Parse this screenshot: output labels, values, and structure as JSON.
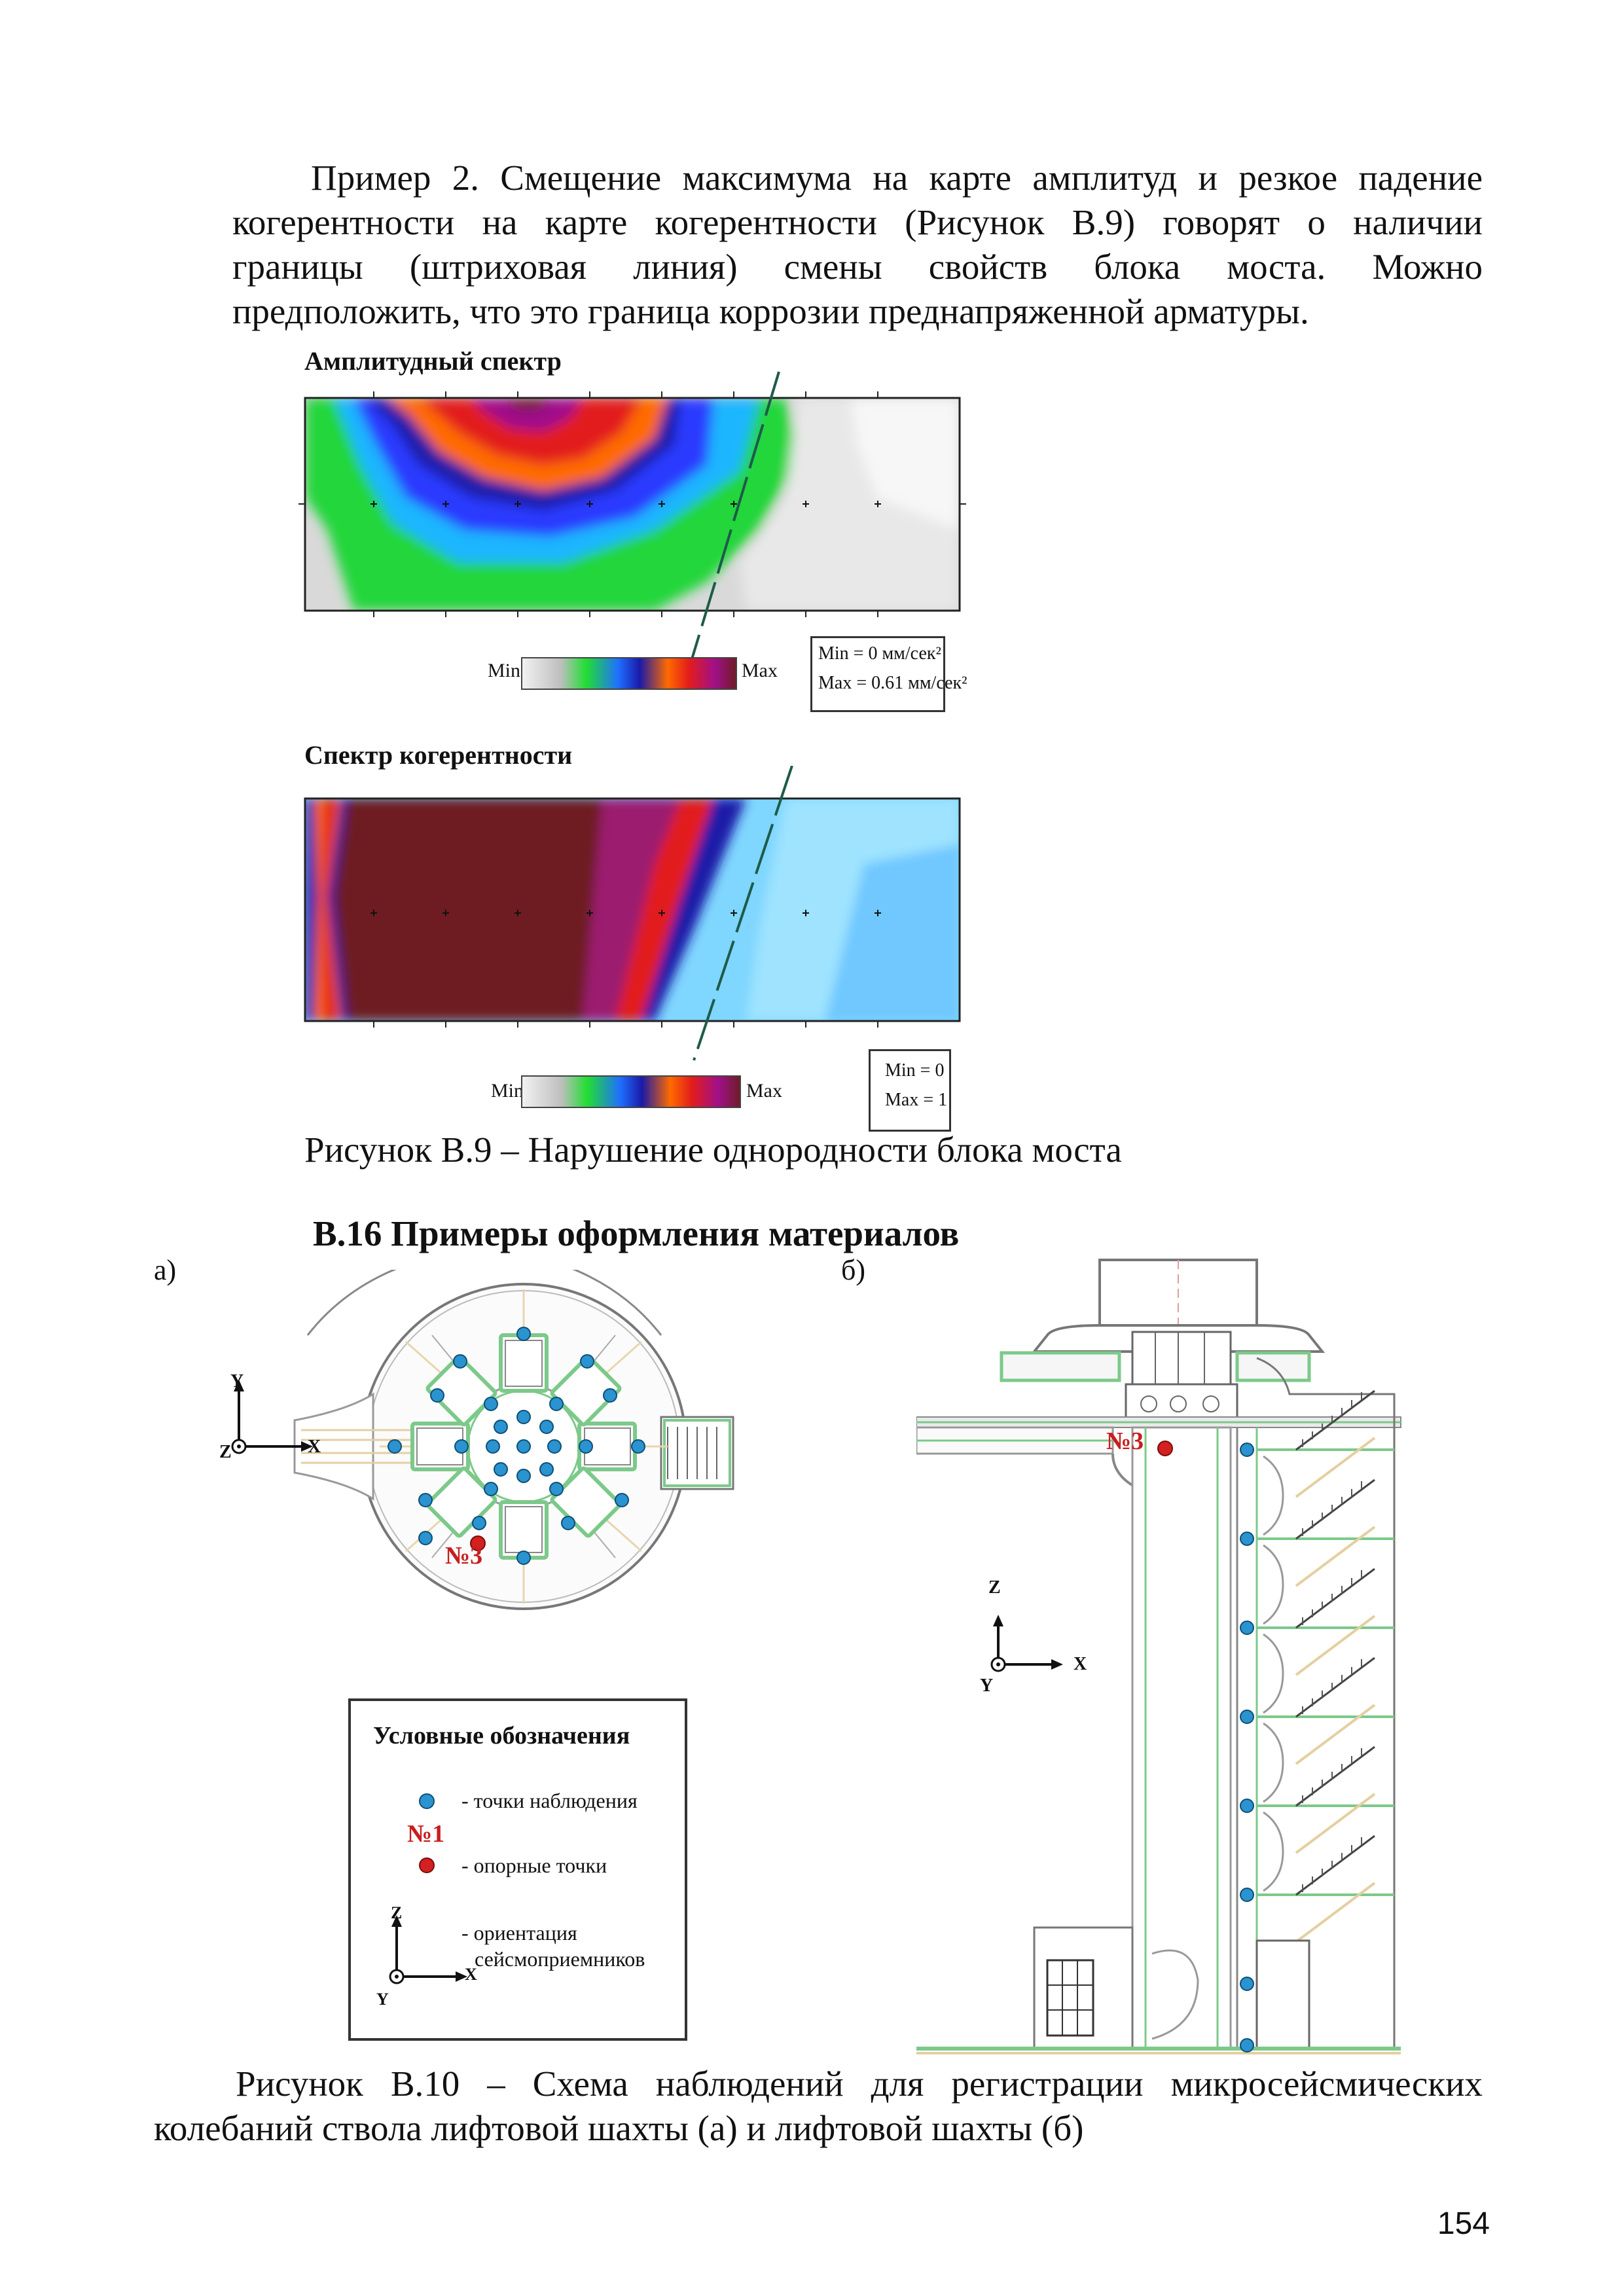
{
  "paragraph": {
    "line1": "Пример 2. Смещение максимума на карте амплитуд и резкое падение",
    "line2": "когерентности на карте когерентности (Рисунок В.9) говорят о наличии",
    "line3": "границы (штриховая линия) смены свойств блока моста. Можно",
    "line4": "предположить, что это граница коррозии преднапряженной арматуры."
  },
  "figure_b9": {
    "amplitude": {
      "title": "Амплитудный спектр",
      "scale_min": "Min",
      "scale_max": "Max",
      "range_min": "Min = 0 мм/сек²",
      "range_max": "Max = 0.61 мм/сек²"
    },
    "coherence": {
      "title": "Спектр когерентности",
      "scale_min": "Min",
      "scale_max": "Max",
      "range_min": "Min = 0",
      "range_max": "Max = 1"
    },
    "caption": "Рисунок В.9 – Нарушение однородности блока моста"
  },
  "section_heading": "В.16 Примеры оформления материалов",
  "figure_b10": {
    "label_a": "а)",
    "label_b": "б)",
    "plan": {
      "axis_y": "Y",
      "axis_x": "X",
      "axis_z": "Z",
      "ref_point": "№3"
    },
    "section": {
      "axis_z": "Z",
      "axis_x": "X",
      "axis_y": "Y",
      "ref_point": "№3"
    },
    "legend": {
      "title": "Условные обозначения",
      "observation": "- точки наблюдения",
      "ref_label": "№1",
      "reference": "- опорные точки",
      "orientation_line1": "- ориентация",
      "orientation_line2": "сейсмоприемников",
      "axis_z": "Z",
      "axis_x": "X",
      "axis_y": "Y"
    },
    "caption_line1": "Рисунок В.10 – Схема наблюдений для регистрации микросейсмических",
    "caption_line2": "колебаний ствола лифтовой шахты (а) и лифтовой шахты (б)"
  },
  "page_number": "154",
  "colors": {
    "observation_point": "#2a93d0",
    "reference_point": "#d32020",
    "ref_label": "#c81e1e",
    "divider_line": "#1f5a4a"
  }
}
